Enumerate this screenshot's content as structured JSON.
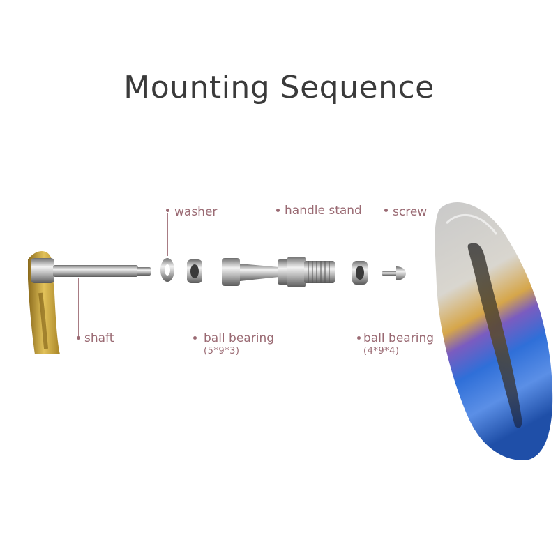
{
  "title": "Mounting Sequence",
  "colors": {
    "label": "#9a6a73",
    "title": "#3a3a3a",
    "gold": "#c9a53a",
    "steel": "#b8b8b8",
    "blue": "#2f6fd8"
  },
  "labels": {
    "washer": "washer",
    "handle_stand": "handle stand",
    "screw": "screw",
    "shaft": "shaft",
    "ball_bearing_1": "ball bearing",
    "ball_bearing_1_size": "(5*9*3)",
    "ball_bearing_2": "ball bearing",
    "ball_bearing_2_size": "(4*9*4)"
  }
}
